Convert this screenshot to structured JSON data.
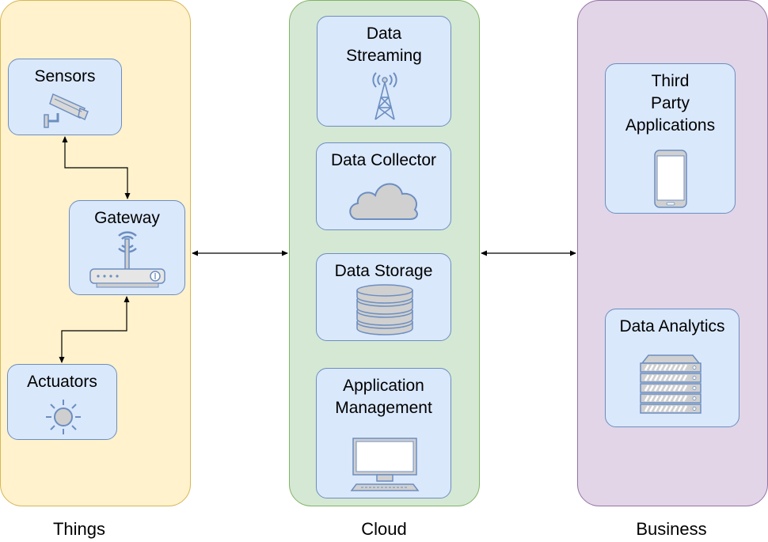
{
  "lanes": {
    "things": {
      "title": "Things",
      "nodes": {
        "sensors": "Sensors",
        "gateway": "Gateway",
        "actuators": "Actuators"
      }
    },
    "cloud": {
      "title": "Cloud",
      "nodes": {
        "data_streaming": "Data\nStreaming",
        "data_collector": "Data Collector",
        "data_storage": "Data Storage",
        "application_management": "Application\nManagement"
      }
    },
    "business": {
      "title": "Business",
      "nodes": {
        "third_party": "Third\nParty\nApplications",
        "data_analytics": "Data Analytics"
      }
    }
  },
  "icons": {
    "sensors": "security-camera-icon",
    "gateway": "wifi-router-icon",
    "actuators": "sun-icon",
    "data_streaming": "radio-tower-icon",
    "data_collector": "cloud-icon",
    "data_storage": "database-icon",
    "application_management": "monitor-icon",
    "third_party": "smartphone-icon",
    "data_analytics": "server-rack-icon"
  },
  "colors": {
    "things_fill": "#fff2cc",
    "cloud_fill": "#d5e8d4",
    "business_fill": "#e1d5e7",
    "node_fill": "#dae8fc",
    "node_stroke": "#6c8ebf"
  }
}
